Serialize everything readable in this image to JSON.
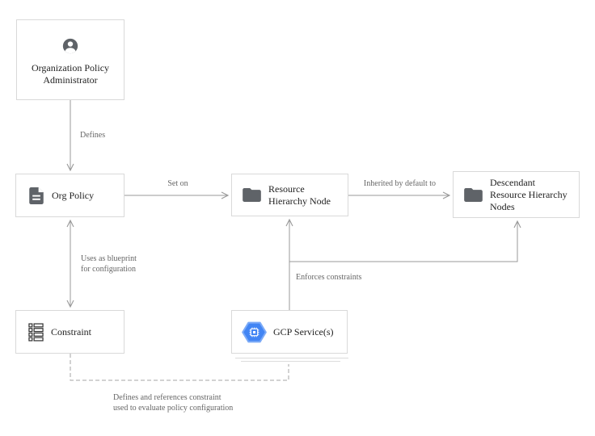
{
  "colors": {
    "background": "#ffffff",
    "node_border": "#d9d9d9",
    "node_fill": "#ffffff",
    "icon_gray": "#5f6368",
    "constraint_icon": "#333333",
    "gcp_blue": "#4285f4",
    "gcp_blue_light": "#7baaf7",
    "connector": "#999999",
    "edge_label_text": "#666666",
    "node_label_text": "#1f1f1f"
  },
  "nodes": {
    "org_admin": {
      "icon": "person-icon",
      "line1": "Organization Policy",
      "line2": "Administrator"
    },
    "org_policy": {
      "icon": "document-icon",
      "label": "Org Policy"
    },
    "resource": {
      "icon": "folder-icon",
      "line1": "Resource",
      "line2": "Hierarchy Node"
    },
    "descendant": {
      "icon": "folder-icon",
      "line1": "Descendant",
      "line2": "Resource Hierarchy",
      "line3": "Nodes"
    },
    "constraint": {
      "icon": "list-icon",
      "label": "Constraint"
    },
    "gcp_services": {
      "icon": "gcp-hexagon-icon",
      "label": "GCP Service(s)"
    }
  },
  "edges": {
    "defines": {
      "label": "Defines"
    },
    "set_on": {
      "label": "Set on"
    },
    "inherited": {
      "label": "Inherited by default to"
    },
    "blueprint": {
      "line1": "Uses as blueprint",
      "line2": "for configuration"
    },
    "enforces": {
      "label": "Enforces constraints"
    },
    "constraint_eval": {
      "line1": "Defines and references constraint",
      "line2": "used to evaluate policy configuration"
    }
  }
}
